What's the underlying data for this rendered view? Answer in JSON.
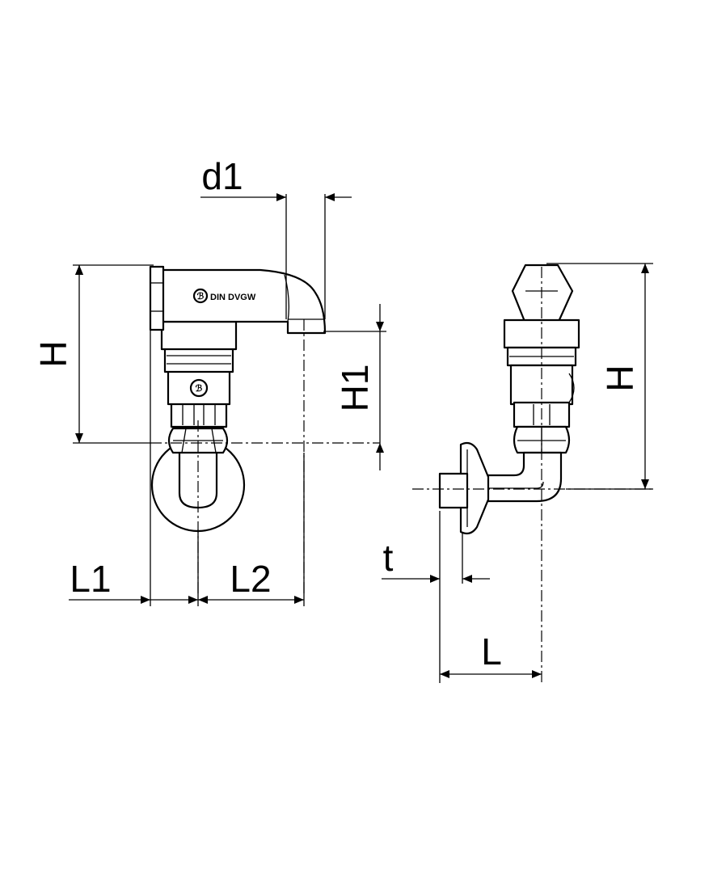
{
  "diagram": {
    "dimension_labels": {
      "d1": "d1",
      "h_left": "H",
      "h1": "H1",
      "l1": "L1",
      "l2": "L2",
      "h_right": "H",
      "t": "t",
      "l": "L"
    },
    "marking_text": "DIN DVGW",
    "logo_glyph": "ℬ",
    "colors": {
      "line": "#000000",
      "background": "#ffffff"
    }
  }
}
